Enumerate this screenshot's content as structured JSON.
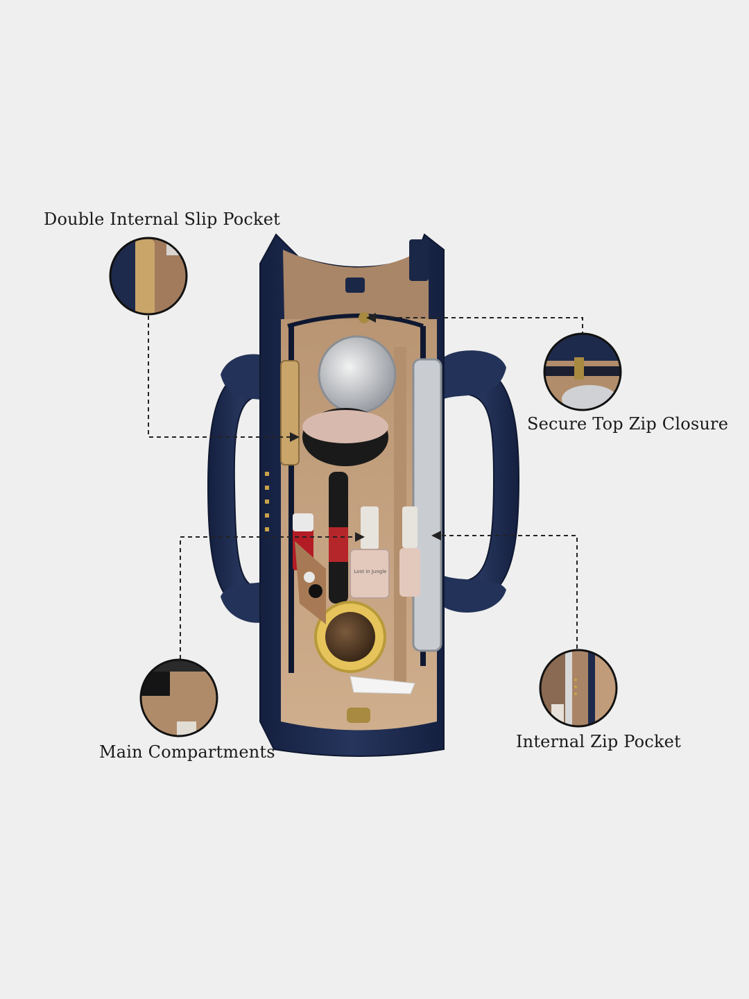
{
  "callouts": {
    "slip_pocket": "Double Internal Slip Pocket",
    "zip_closure": "Secure Top Zip Closure",
    "main_compartments": "Main Compartments",
    "zip_pocket": "Internal Zip Pocket"
  },
  "product_text": {
    "nail_polish_label": "Lost in Jungle"
  },
  "colors": {
    "background": "#efefef",
    "bag_navy": "#1f2c4f",
    "lining_tan": "#c9a785",
    "callout_line": "#222222"
  }
}
